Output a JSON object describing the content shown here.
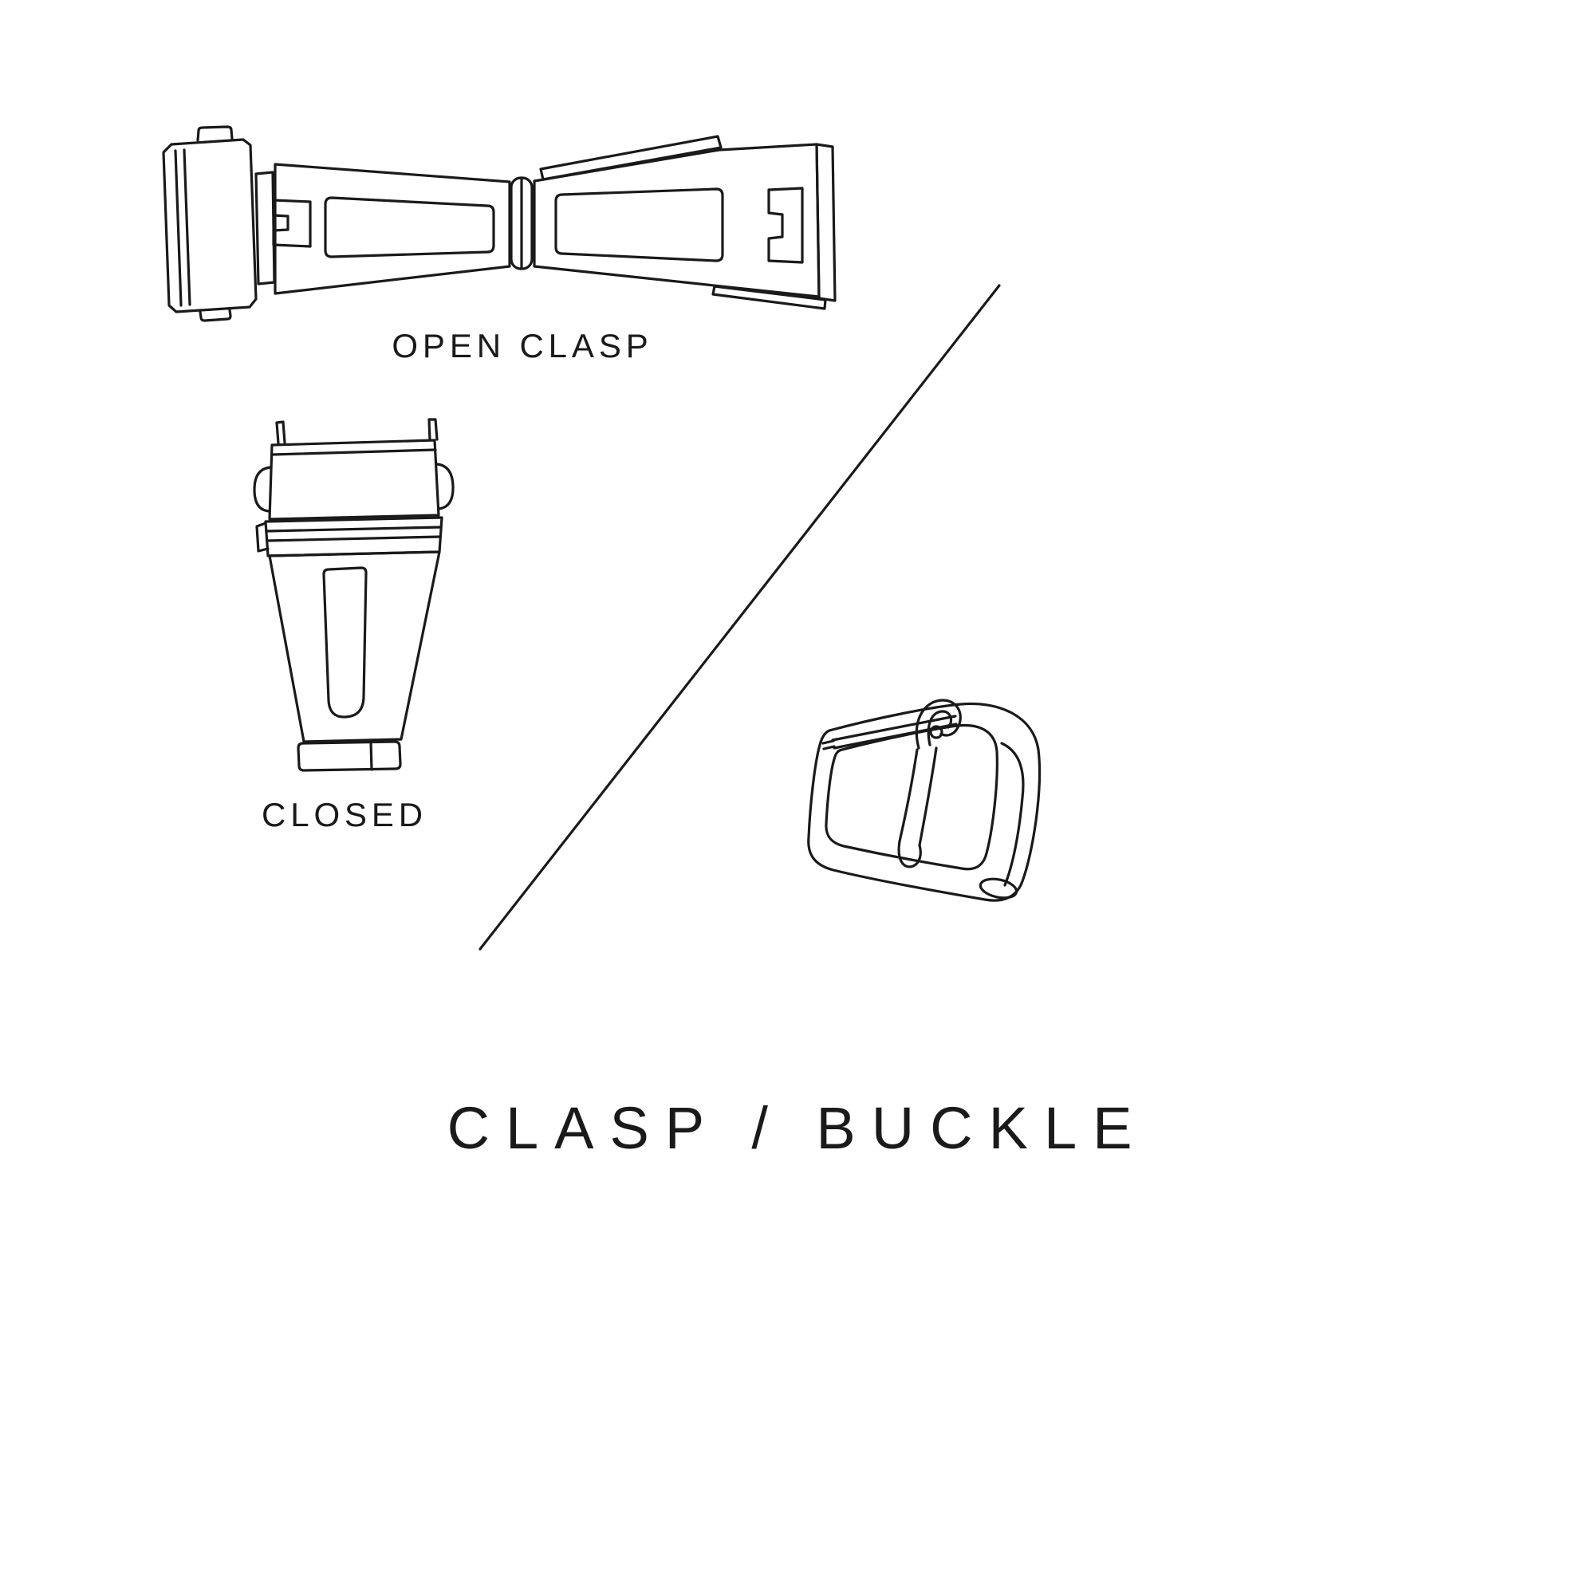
{
  "canvas": {
    "background": "#ffffff",
    "ink": "#1a1a1a"
  },
  "figures": {
    "open_clasp": {
      "label": "OPEN CLASP",
      "icon": "open-clasp-illustration"
    },
    "closed_clasp": {
      "label": "CLOSED",
      "icon": "closed-clasp-illustration"
    },
    "buckle": {
      "icon": "pin-buckle-illustration"
    }
  },
  "divider": {
    "icon": "diagonal-divider-line"
  },
  "title": "CLASP / BUCKLE"
}
